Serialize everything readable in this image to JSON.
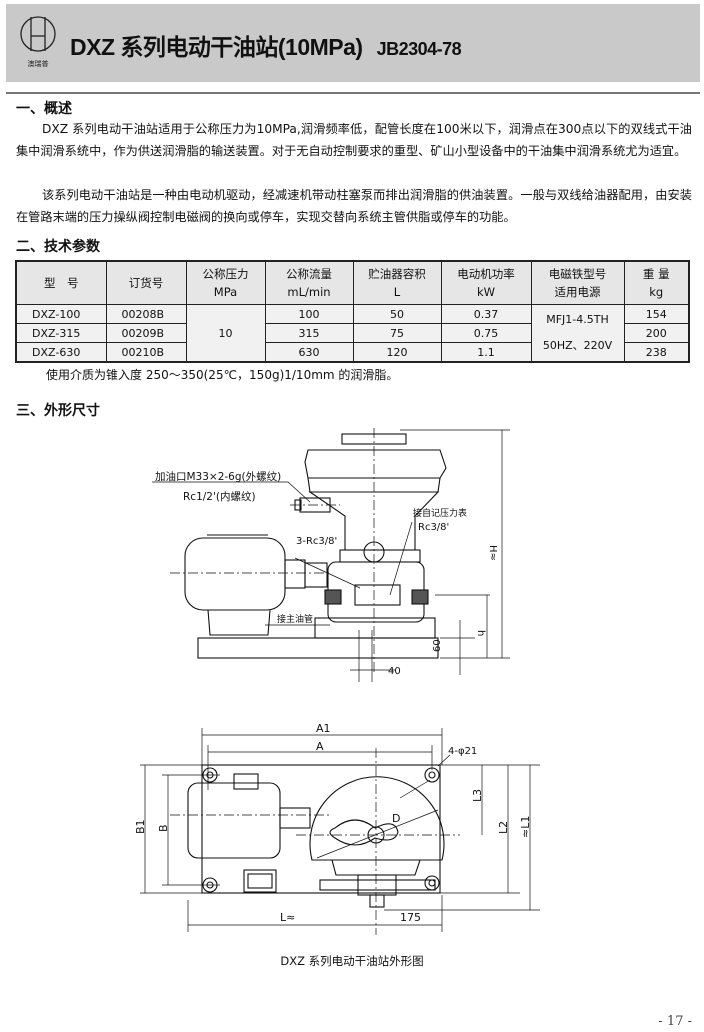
{
  "header": {
    "logo_text": "澳瑞普",
    "title": "DXZ 系列电动干油站(10MPa)",
    "standard": "JB2304-78"
  },
  "section1": {
    "heading": "一、概述",
    "paragraphs": [
      "DXZ 系列电动干油站适用于公称压力为10MPa,润滑频率低，配管长度在100米以下，润滑点在300点以下的双线式干油集中润滑系统中，作为供送润滑脂的输送装置。对于无自动控制要求的重型、矿山小型设备中的干油集中润滑系统尤为适宜。",
      "该系列电动干油站是一种由电动机驱动，经减速机带动柱塞泵而排出润滑脂的供油装置。一般与双线给油器配用，由安装在管路末端的压力操纵阀控制电磁阀的换向或停车，实现交替向系统主管供脂或停车的功能。"
    ]
  },
  "section2": {
    "heading": "二、技术参数",
    "columns": [
      {
        "l1": "型　号",
        "l2": ""
      },
      {
        "l1": "订货号",
        "l2": ""
      },
      {
        "l1": "公称压力",
        "l2": "MPa"
      },
      {
        "l1": "公称流量",
        "l2": "mL/min"
      },
      {
        "l1": "贮油器容积",
        "l2": "L"
      },
      {
        "l1": "电动机功率",
        "l2": "kW"
      },
      {
        "l1": "电磁铁型号",
        "l2": "适用电源"
      },
      {
        "l1": "重 量",
        "l2": "kg"
      }
    ],
    "rows": [
      {
        "model": "DXZ-100",
        "order": "00208B",
        "flow": "100",
        "volume": "50",
        "power": "0.37",
        "weight": "154"
      },
      {
        "model": "DXZ-315",
        "order": "00209B",
        "flow": "315",
        "volume": "75",
        "power": "0.75",
        "weight": "200"
      },
      {
        "model": "DXZ-630",
        "order": "00210B",
        "flow": "630",
        "volume": "120",
        "power": "1.1",
        "weight": "238"
      }
    ],
    "pressure": "10",
    "solenoid_model": "MFJ1-4.5TH",
    "power_supply": "50HZ、220V",
    "note": "使用介质为锥入度 250～350(25℃，150g)1/10mm 的润滑脂。"
  },
  "section3": {
    "heading": "三、外形尺寸",
    "front_view": {
      "fill_port_1": "加油口M33×2-6g(外螺纹)",
      "fill_port_2": "Rc1/2'(内螺纹)",
      "gauge_1": "接自记压力表",
      "gauge_2": "Rc3/8'",
      "ports": "3-Rc3/8'",
      "main_pipe": "接主油管",
      "dim_H": "H≈",
      "dim_h": "h",
      "dim_60": "60",
      "dim_40": "40"
    },
    "top_view": {
      "dim_A1": "A1",
      "dim_A": "A",
      "holes": "4-φ21",
      "dim_B1": "B1",
      "dim_B": "B",
      "dim_D": "D",
      "dim_L3": "L3",
      "dim_L2": "L2",
      "dim_L1": "≈L1",
      "dim_L": "L≈",
      "dim_175": "175"
    },
    "caption": "DXZ 系列电动干油站外形图"
  },
  "page_number": "- 17 -"
}
